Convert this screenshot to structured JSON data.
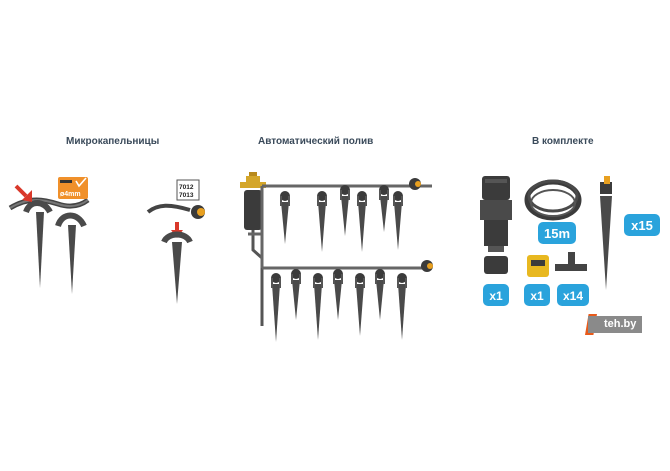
{
  "sections": {
    "micro_drippers": "Микрокапельницы",
    "auto_watering": "Автоматический полив",
    "in_kit": "В комплекте"
  },
  "tube_badge": {
    "diameter": "4mm",
    "symbol": "ø"
  },
  "part_codes": {
    "code1": "7012",
    "code2": "7013"
  },
  "kit_counts": {
    "tube_length": "15m",
    "drippers": "x15",
    "faucet_adapter": "x1",
    "quick_connector": "x1",
    "tee_connectors": "x14"
  },
  "watermark": "teh.by",
  "colors": {
    "accent_blue": "#2aa3dc",
    "arrow_red": "#d9382a",
    "badge_orange": "#f0902a",
    "part_dark": "#3b3b3b",
    "brass": "#d4a62a"
  }
}
